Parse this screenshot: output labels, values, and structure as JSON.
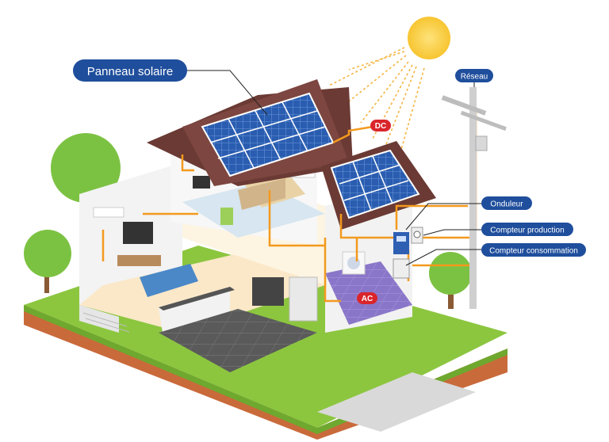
{
  "labels": {
    "panneau": "Panneau solaire",
    "reseau": "Réseau",
    "dc": "DC",
    "ac": "AC",
    "onduleur": "Onduleur",
    "compteur_production": "Compteur production",
    "compteur_consommation": "Compteur consommation"
  },
  "colors": {
    "label_blue": "#1f4e9c",
    "badge_red": "#d9252b",
    "wire_orange": "#f39a1e",
    "sun_yellow": "#f7c531",
    "grass_green": "#8cc63f",
    "soil_brown": "#c96a3b",
    "panel_blue": "#2457a6",
    "roof_brown": "#6b3a34"
  }
}
